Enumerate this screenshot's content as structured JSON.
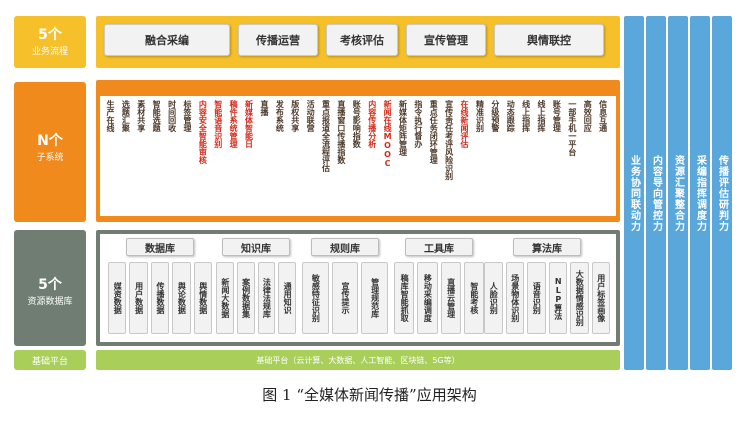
{
  "left": {
    "top": {
      "num": "5个",
      "label": "业务流程"
    },
    "mid": {
      "num": "N个",
      "label": "子系统"
    },
    "bottom": {
      "num": "5个",
      "label": "资源数据库"
    },
    "base": {
      "label": "基础平台"
    }
  },
  "top_buttons": [
    "融合采编",
    "传播运营",
    "考核评估",
    "宣传管理",
    "舆情联控"
  ],
  "mid_cells": [
    {
      "t": "生产在线",
      "red": false
    },
    {
      "t": "选题汇聚",
      "red": false
    },
    {
      "t": "素材共享",
      "red": false
    },
    {
      "t": "智能选题",
      "red": false
    },
    {
      "t": "时间回收",
      "red": false
    },
    {
      "t": "标签管理",
      "red": false
    },
    {
      "t": "内容安全智能审核",
      "red": true
    },
    {
      "t": "智能语音识别",
      "red": true
    },
    {
      "t": "稿件系统管理",
      "red": true
    },
    {
      "t": "新媒体智能日",
      "red": true
    },
    {
      "t": "直播",
      "red": false
    },
    {
      "t": "发布系统",
      "red": false
    },
    {
      "t": "版权共享",
      "red": false
    },
    {
      "t": "活动联营",
      "red": false
    },
    {
      "t": "重点报道全流程评估",
      "red": false
    },
    {
      "t": "直播窗口传播指数",
      "red": false
    },
    {
      "t": "账号影响指数",
      "red": false
    },
    {
      "t": "内容传播分析",
      "red": true
    },
    {
      "t": "新闻在线MOOC",
      "red": true
    },
    {
      "t": "新媒体矩阵管理",
      "red": false
    },
    {
      "t": "指令执行督办",
      "red": false
    },
    {
      "t": "重点任务闭环管理",
      "red": false
    },
    {
      "t": "宣传责任考评风险识别",
      "red": false
    },
    {
      "t": "在线新闻评估",
      "red": true
    },
    {
      "t": "精准识别",
      "red": false
    },
    {
      "t": "分级预警",
      "red": false
    },
    {
      "t": "动态跟踪",
      "red": false
    },
    {
      "t": "线上指挥",
      "red": false
    },
    {
      "t": "线上指挥",
      "red": false
    },
    {
      "t": "账号管理",
      "red": false
    },
    {
      "t": "一部手机一平台",
      "red": false
    },
    {
      "t": "高效回应",
      "red": false
    },
    {
      "t": "信息互通",
      "red": false
    }
  ],
  "categories": [
    {
      "name": "数据库",
      "items": [
        "媒资数据",
        "用户数据",
        "传播数据",
        "舆论数据",
        "舆情数据"
      ]
    },
    {
      "name": "知识库",
      "items": [
        "新闻大数据",
        "案例数据集",
        "法律法规库",
        "通用知识"
      ]
    },
    {
      "name": "规则库",
      "items": [
        "敏感特征识别",
        "宣传提示",
        "管理规范库"
      ]
    },
    {
      "name": "工具库",
      "items": [
        "稿库智能抓取",
        "移动采编调度",
        "直播云管理",
        "智能考核"
      ]
    },
    {
      "name": "算法库",
      "items": [
        "人脸识别",
        "场景物体识别",
        "语音识别",
        "NLP算法",
        "大数据情感识别",
        "用户标签画像"
      ]
    }
  ],
  "base_text": "基础平台（云计算、大数据、人工智能、区块链、5G等）",
  "right_cols": [
    "业务协同联动力",
    "内容导向管控力",
    "资源汇聚整合力",
    "采编指挥调度力",
    "传播评估研判力"
  ],
  "caption": "图 1  “全媒体新闻传播”应用架构"
}
